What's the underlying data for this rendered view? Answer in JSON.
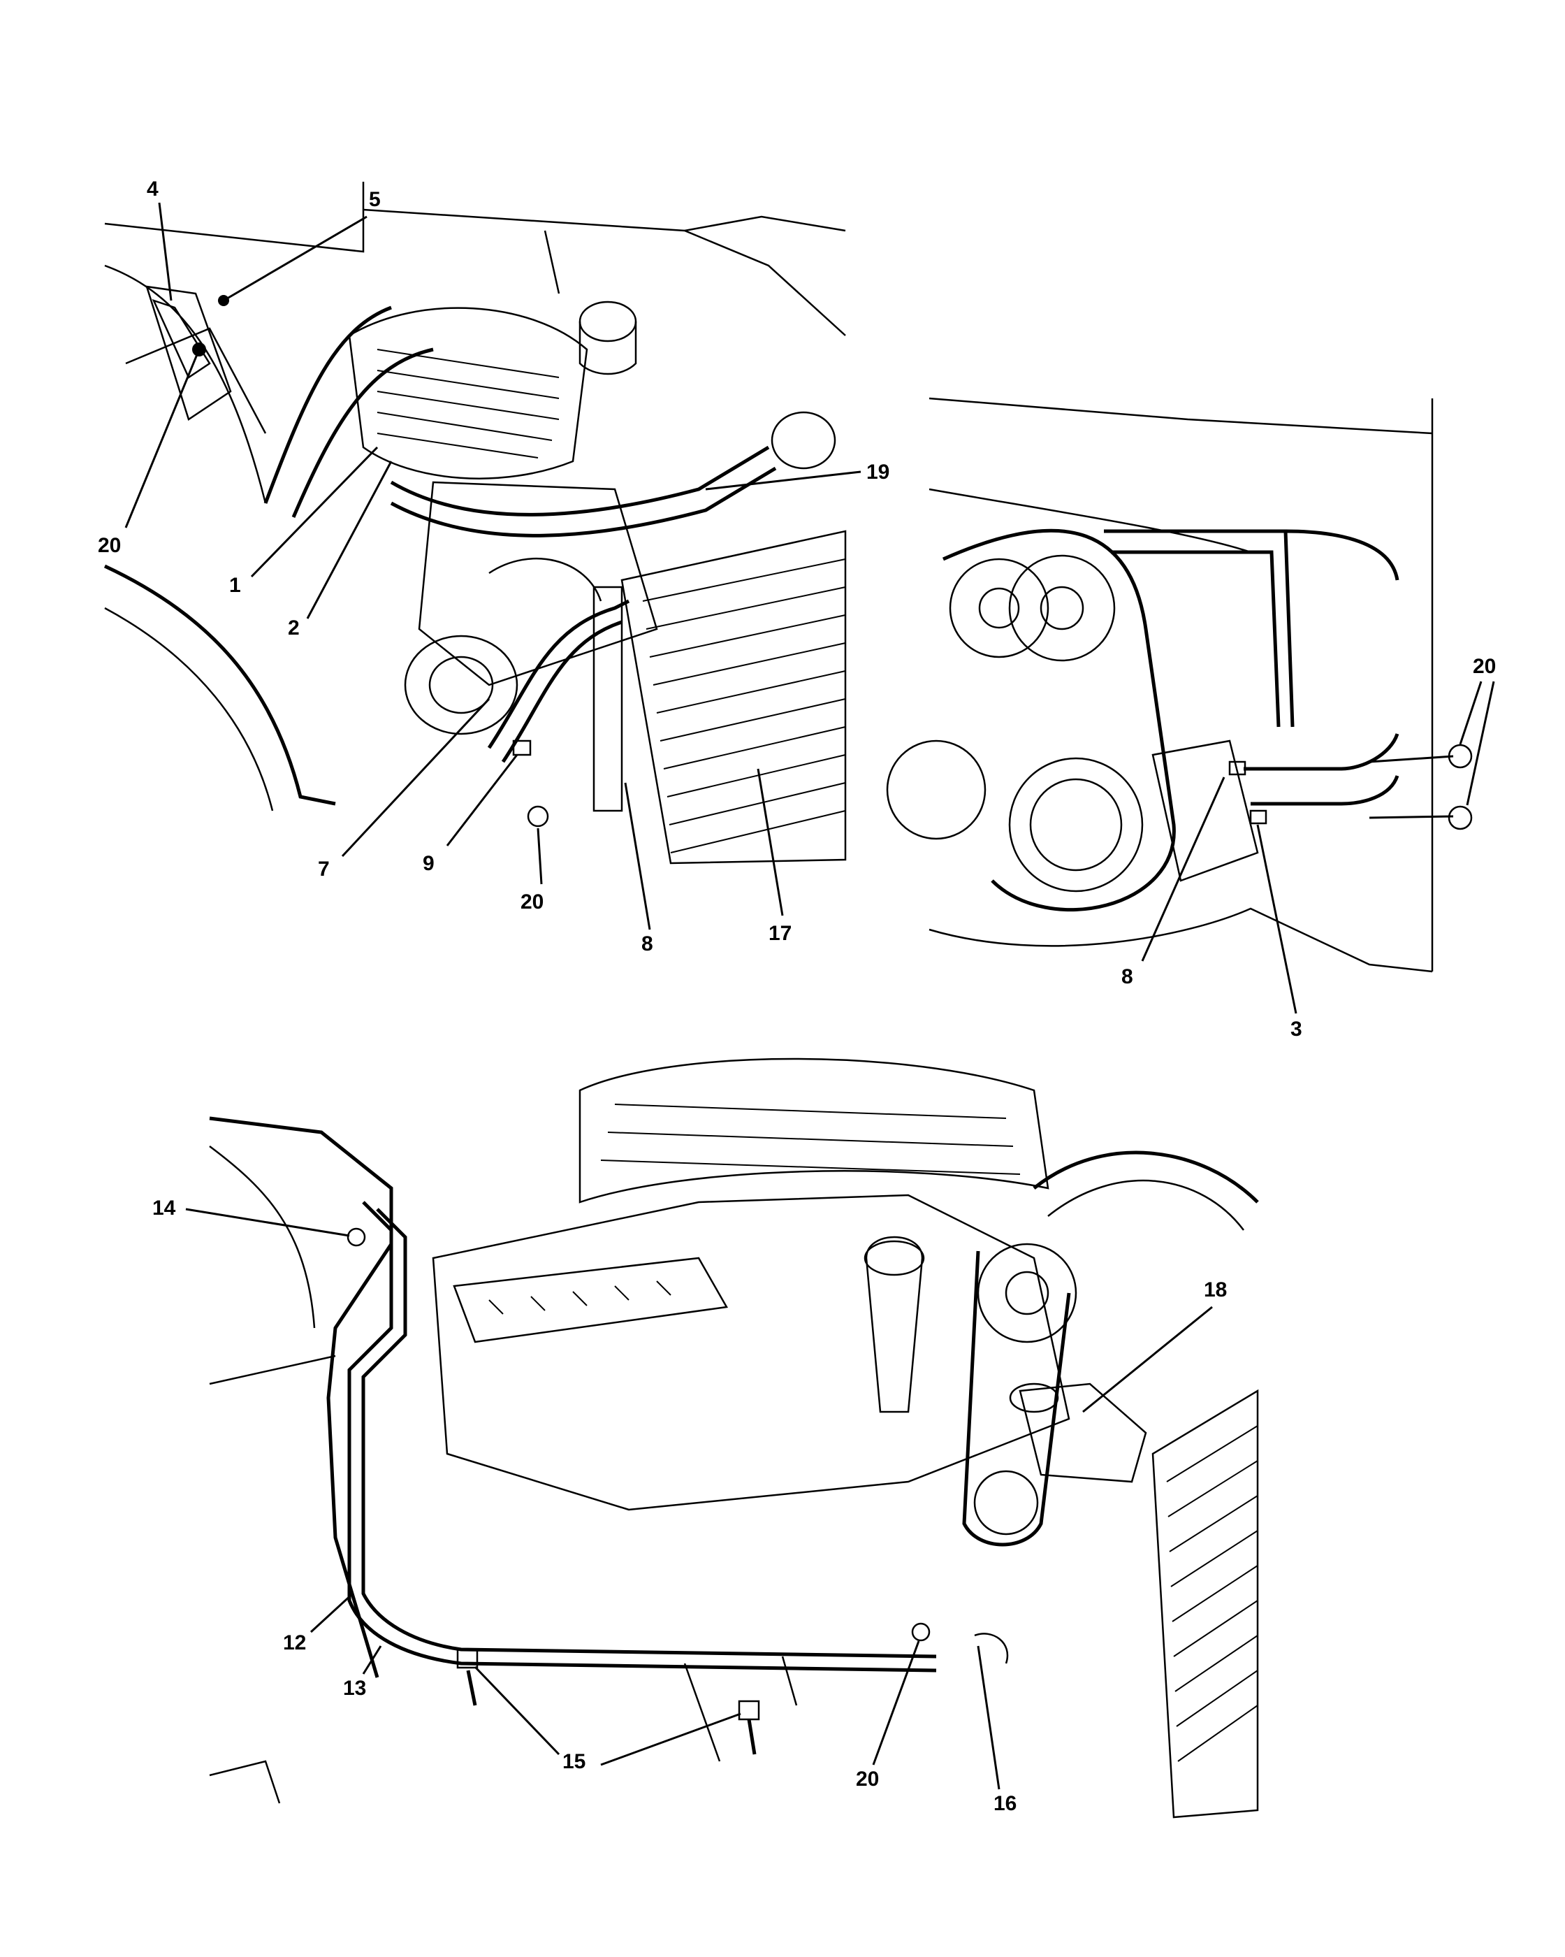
{
  "diagram": {
    "panels": [
      {
        "id": "upper-left",
        "callouts": [
          "4",
          "5",
          "20",
          "1",
          "2",
          "19",
          "7",
          "9",
          "20",
          "8",
          "17"
        ]
      },
      {
        "id": "upper-right",
        "callouts": [
          "20",
          "8",
          "3"
        ]
      },
      {
        "id": "lower",
        "callouts": [
          "14",
          "18",
          "12",
          "13",
          "15",
          "20",
          "16"
        ]
      }
    ],
    "labels": {
      "c4": "4",
      "c5": "5",
      "c20a": "20",
      "c1": "1",
      "c2": "2",
      "c19": "19",
      "c7": "7",
      "c9": "9",
      "c20b": "20",
      "c8a": "8",
      "c17": "17",
      "c20c": "20",
      "c8b": "8",
      "c3": "3",
      "c14": "14",
      "c18": "18",
      "c12": "12",
      "c13": "13",
      "c15": "15",
      "c20d": "20",
      "c16": "16"
    }
  }
}
